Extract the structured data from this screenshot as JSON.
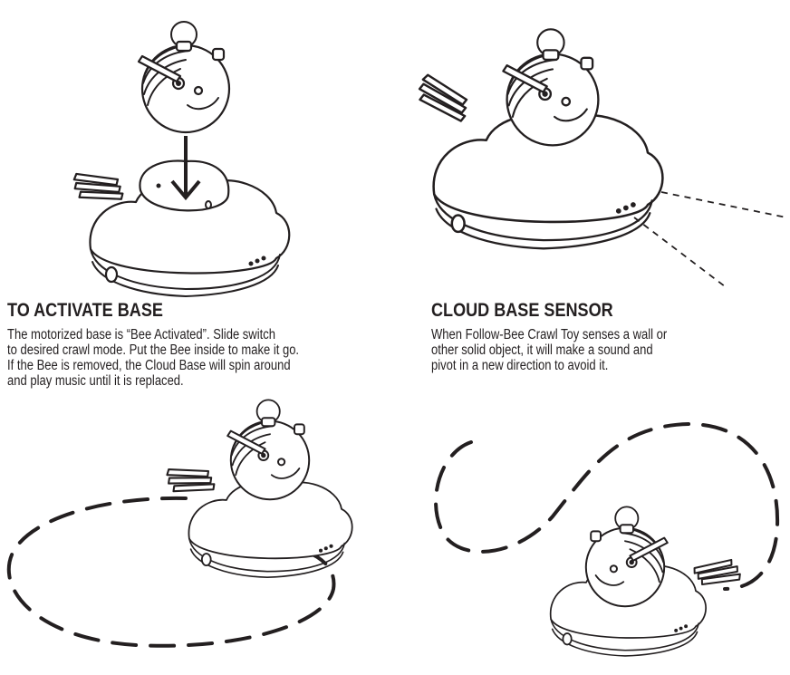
{
  "sections": {
    "activate": {
      "title": "TO ACTIVATE BASE",
      "lines": [
        "The motorized base is “Bee Activated”. Slide switch",
        "to desired crawl mode. Put the Bee inside to make it go.",
        "If the Bee is removed, the Cloud  Base will spin around",
        "and play music until it is replaced."
      ]
    },
    "sensor": {
      "title": "CLOUD BASE SENSOR",
      "lines": [
        "When Follow-Bee Crawl Toy senses a wall or",
        "other solid object, it will make a sound and",
        "pivot in a new direction to avoid it."
      ]
    }
  },
  "illustrations": [
    {
      "name": "bee-dropping-into-base-illustration",
      "icon": "down-arrow-icon"
    },
    {
      "name": "bee-in-base-sensor-illustration",
      "icon": "sensor-beams-icon"
    },
    {
      "name": "bee-crawling-oval-path-illustration",
      "icon": "dashed-oval-path-icon"
    },
    {
      "name": "bee-crawling-wave-path-illustration",
      "icon": "dashed-wave-path-icon"
    }
  ],
  "colors": {
    "ink": "#231f20",
    "paper": "#ffffff"
  }
}
